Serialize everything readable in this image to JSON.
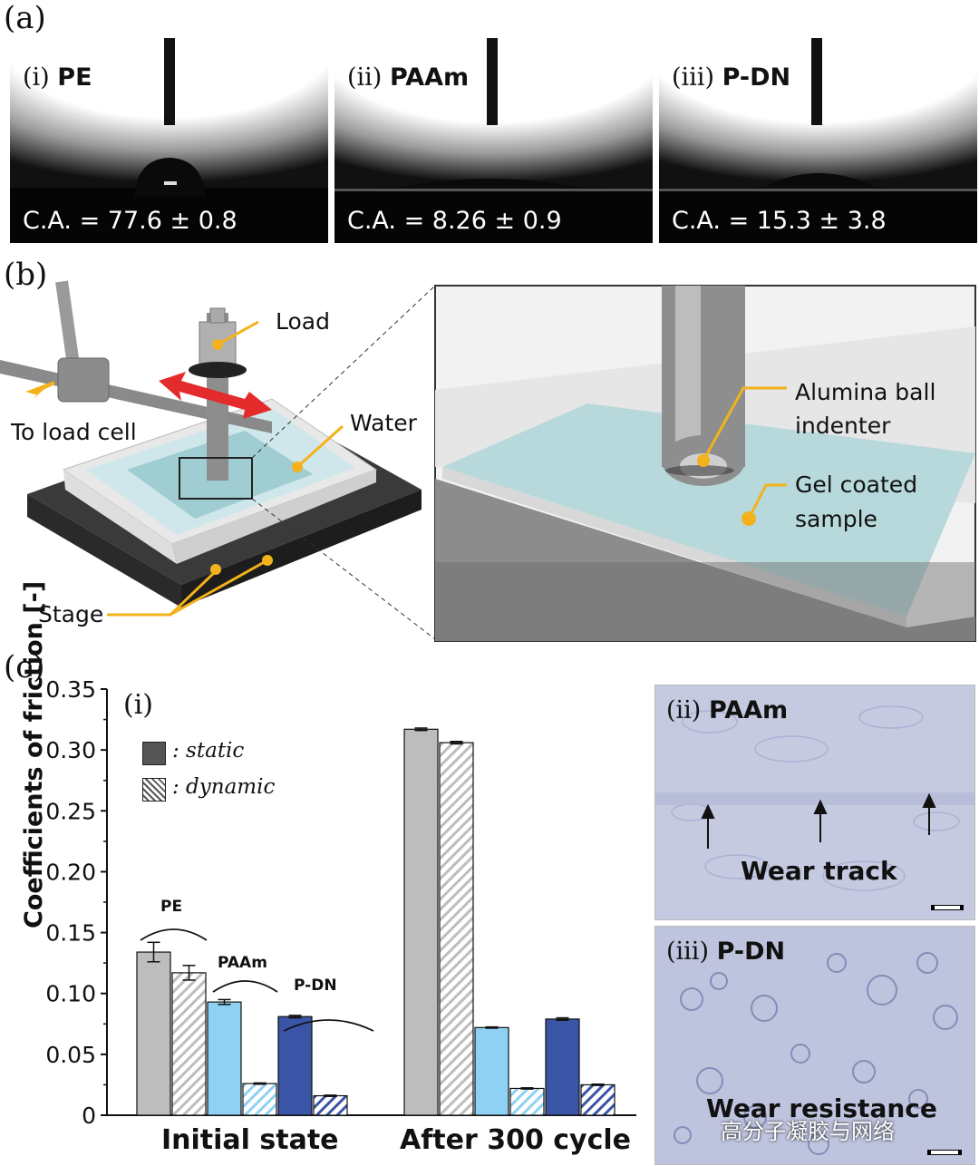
{
  "panel_a": {
    "letter": "(a)",
    "panels": [
      {
        "roman": "(i)",
        "name": "PE",
        "ca": "C.A. = 77.6 ± 0.8"
      },
      {
        "roman": "(ii)",
        "name": "PAAm",
        "ca": "C.A. = 8.26 ± 0.9"
      },
      {
        "roman": "(iii)",
        "name": "P-DN",
        "ca": "C.A. = 15.3 ± 3.8"
      }
    ]
  },
  "panel_b": {
    "letter": "(b)",
    "labels": {
      "load": "Load",
      "to_load_cell": "To load cell",
      "water": "Water",
      "stage": "Stage",
      "alumina_1": "Alumina ball",
      "alumina_2": "indenter",
      "gel_1": "Gel coated",
      "gel_2": "sample"
    }
  },
  "panel_c": {
    "letter": "(c)",
    "sub": "(i)",
    "legend_static": ": static",
    "legend_dynamic": ": dynamic",
    "group_labels": [
      "PE",
      "PAAm",
      "P-DN"
    ],
    "micrographs": [
      {
        "roman": "(ii)",
        "name": "PAAm",
        "caption": "Wear track"
      },
      {
        "roman": "(iii)",
        "name": "P-DN",
        "caption": "Wear resistance"
      }
    ]
  },
  "watermark": "高分子凝胶与网络",
  "colors": {
    "pe": "#bdbdbd",
    "paam": "#8fd1f2",
    "pdn": "#3a54a6",
    "arrow_red": "#e32b2b",
    "callout": "#f3b21b",
    "mic_bg": "#c5c9e0"
  },
  "chart_data": {
    "type": "bar",
    "ylabel": "Coefficients of friction [-]",
    "ylim": [
      0,
      0.35
    ],
    "yticks": [
      "0",
      "0.05",
      "0.10",
      "0.15",
      "0.20",
      "0.25",
      "0.30",
      "0.35"
    ],
    "categories": [
      "Initial state",
      "After 300 cycle"
    ],
    "series": [
      {
        "name": "PE static",
        "color": "#bdbdbd",
        "hatched": false,
        "values": [
          0.134,
          0.317
        ],
        "errors": [
          0.008,
          0.001
        ]
      },
      {
        "name": "PE dynamic",
        "color": "#bdbdbd",
        "hatched": true,
        "values": [
          0.117,
          0.306
        ],
        "errors": [
          0.006,
          0.001
        ]
      },
      {
        "name": "PAAm static",
        "color": "#8fd1f2",
        "hatched": false,
        "values": [
          0.093,
          0.072
        ],
        "errors": [
          0.002,
          0.0005
        ]
      },
      {
        "name": "PAAm dynamic",
        "color": "#8fd1f2",
        "hatched": true,
        "values": [
          0.026,
          0.022
        ],
        "errors": [
          0.0005,
          0.0005
        ]
      },
      {
        "name": "P-DN static",
        "color": "#3a54a6",
        "hatched": false,
        "values": [
          0.081,
          0.079
        ],
        "errors": [
          0.001,
          0.001
        ]
      },
      {
        "name": "P-DN dynamic",
        "color": "#3a54a6",
        "hatched": true,
        "values": [
          0.016,
          0.025
        ],
        "errors": [
          0.0005,
          0.0005
        ]
      }
    ]
  }
}
